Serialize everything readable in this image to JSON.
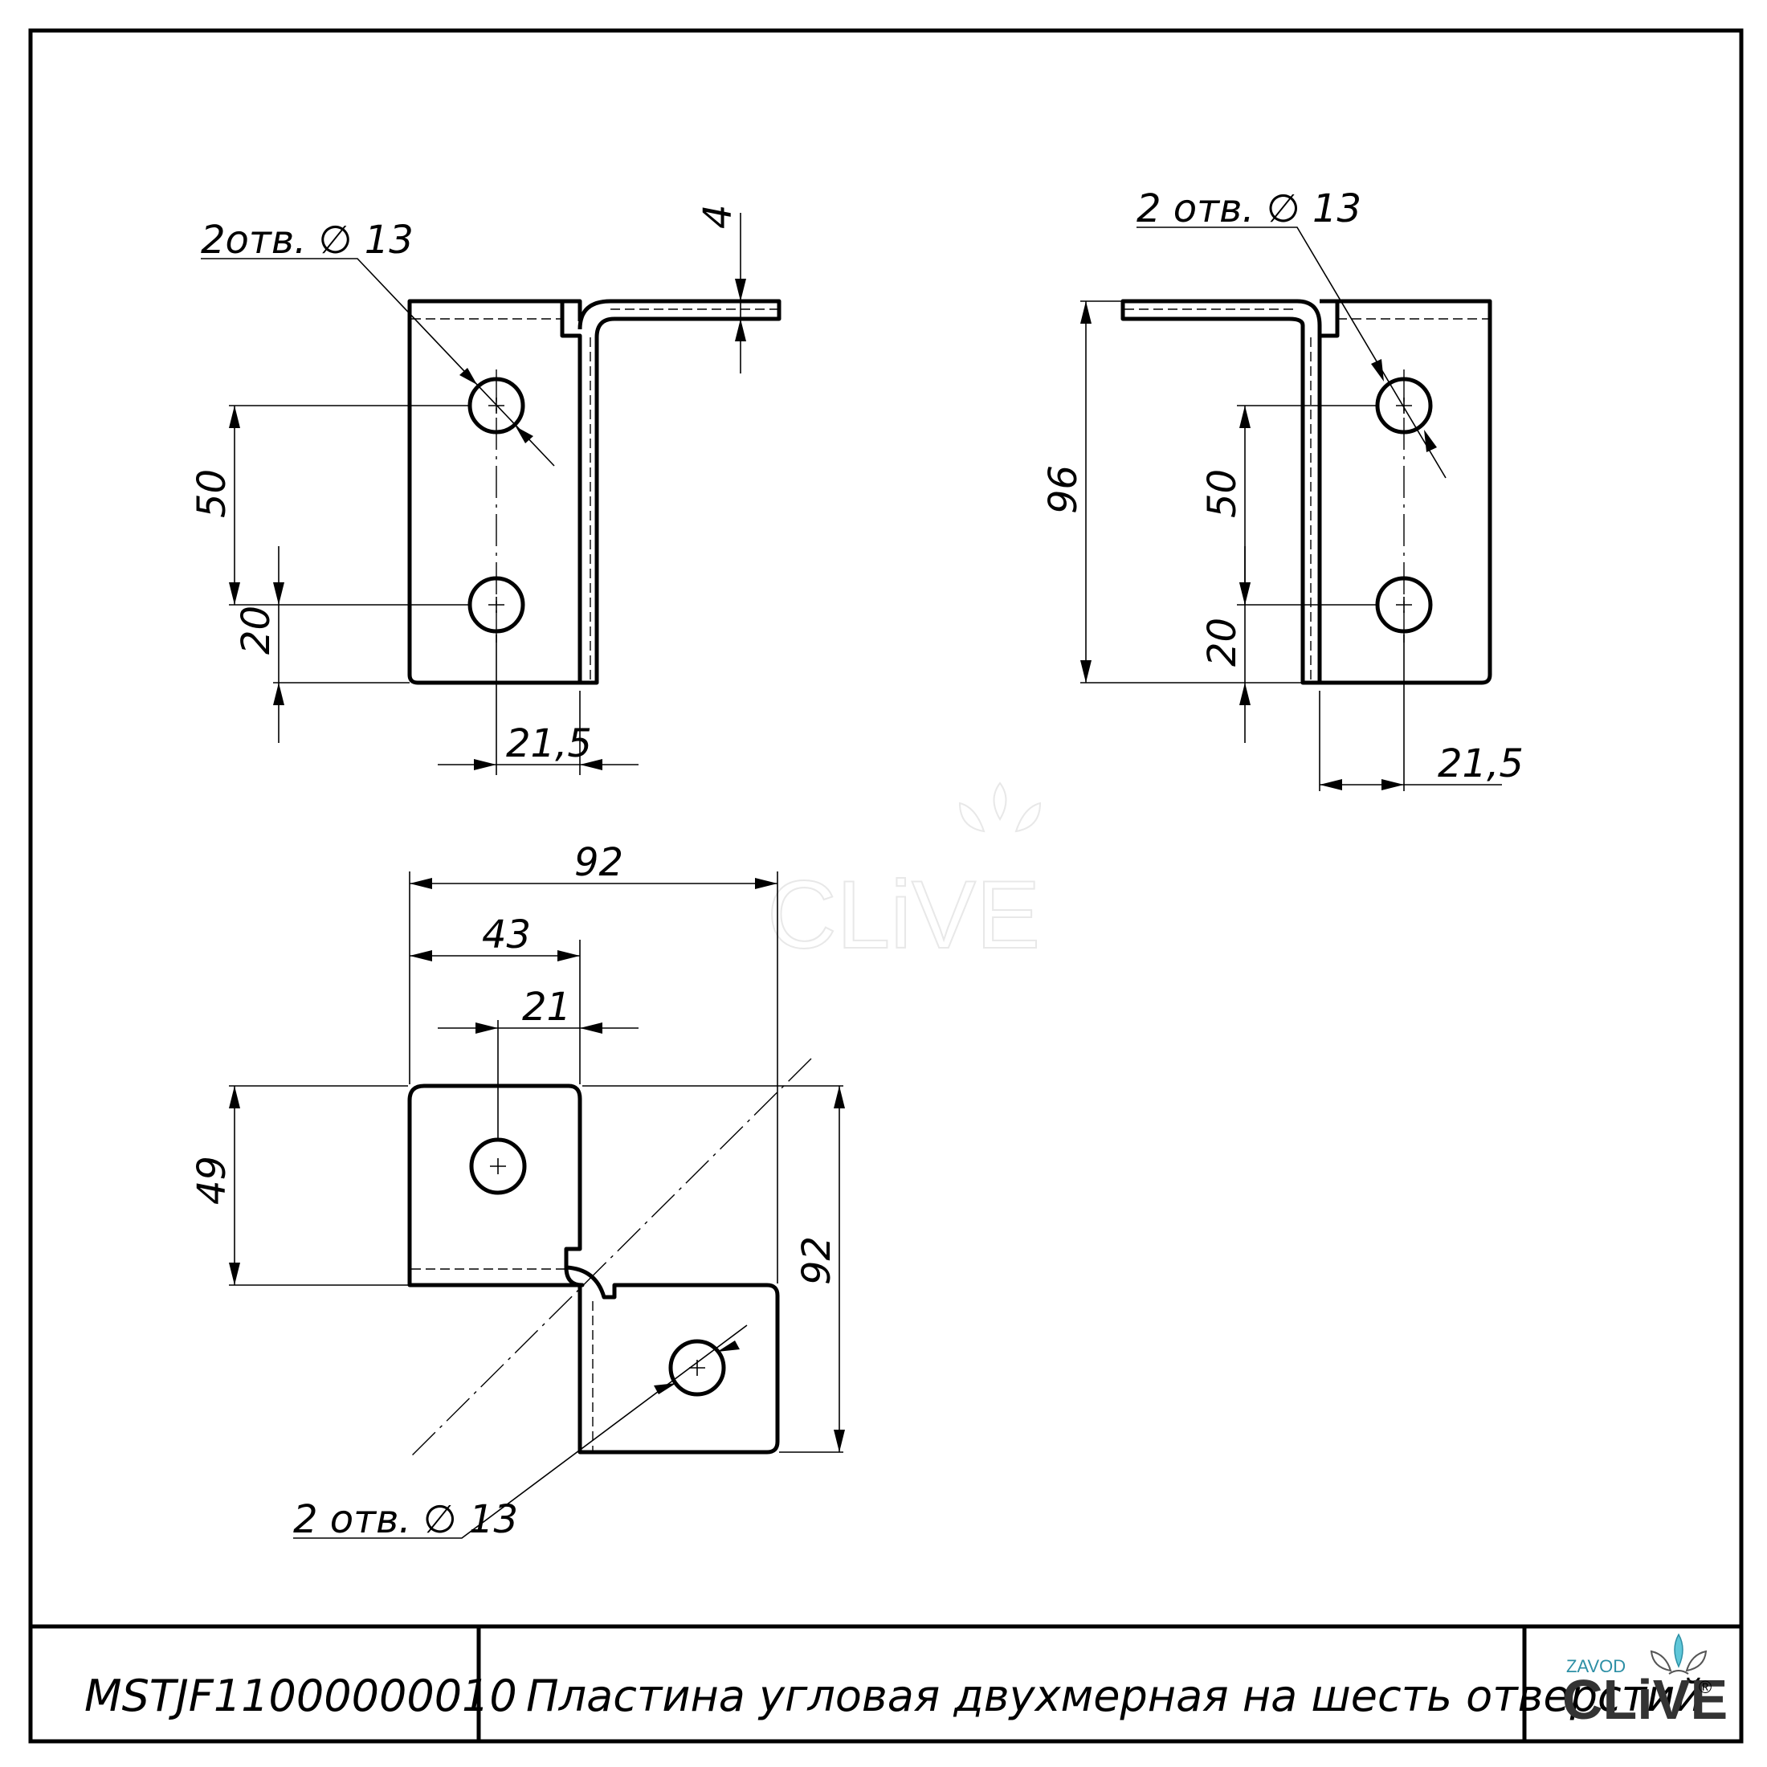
{
  "title_block": {
    "code": "MSTJF11000000010",
    "name": "Пластина угловая двухмерная на шесть отверстий",
    "logo_small": "ZAVOD",
    "logo_main": "CLiVE",
    "logo_mark": "®"
  },
  "watermark": "CLiVE",
  "views": {
    "left": {
      "holes_label": "2отв. ∅ 13",
      "dim_thickness": "4",
      "dim_spacing": "50",
      "dim_bottom": "20",
      "dim_offset": "21,5"
    },
    "right": {
      "holes_label": "2 отв. ∅ 13",
      "dim_height": "96",
      "dim_spacing": "50",
      "dim_bottom": "20",
      "dim_offset": "21,5"
    },
    "bottom": {
      "dim_total_width": "92",
      "dim_width_43": "43",
      "dim_width_21": "21",
      "dim_height_49": "49",
      "dim_total_height": "92",
      "holes_label": "2 отв. ∅ 13"
    }
  },
  "icons": {
    "logo": "clive-lotus-icon"
  }
}
